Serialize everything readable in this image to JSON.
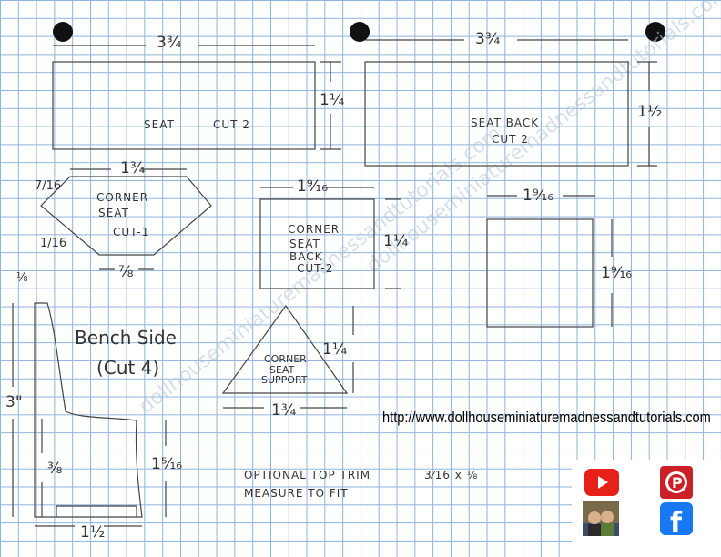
{
  "colors": {
    "grid": "#8fb3d9",
    "pencil": "#444444",
    "punch_hole": "#111111",
    "youtube": "#e62117",
    "pinterest": "#cb2027",
    "facebook": "#1877f2"
  },
  "parts": {
    "seat": {
      "name": "SEAT",
      "cut": "CUT 2",
      "width": "3¾",
      "height": "1¼"
    },
    "seat_back": {
      "name": "SEAT BACK",
      "cut": "CUT 2",
      "width": "3¾",
      "height": "1½"
    },
    "corner_seat": {
      "line1": "CORNER",
      "line2": "SEAT",
      "cut": "CUT-1",
      "top": "1¾",
      "bottom": "⅞",
      "slant": "7/16",
      "height": "1/16"
    },
    "corner_seat_back": {
      "line1": "CORNER",
      "line2": "SEAT",
      "line3": "BACK",
      "cut": "CUT-2",
      "width": "1⁹⁄₁₆",
      "height": "1¼"
    },
    "square": {
      "width": "1⁹⁄₁₆",
      "height": "1⁹⁄₁₆"
    },
    "bench_side": {
      "name": "Bench Side",
      "cut": "(Cut 4)",
      "top": "⅛",
      "height": "3\"",
      "inner": "⅜",
      "right": "1⁵⁄₁₆",
      "bottom": "1½"
    },
    "corner_seat_support": {
      "line1": "CORNER",
      "line2": "SEAT",
      "line3": "SUPPORT",
      "width": "1¾",
      "height": "1¼"
    }
  },
  "notes": {
    "optional_line1": "OPTIONAL TOP TRIM",
    "trim_size": "3⁄16 x ⅛",
    "optional_line2": "MEASURE TO FIT"
  },
  "website_url": "http://www.dollhouseminiaturemadnessandtutorials.com",
  "watermark": "dollhouseminiaturemadnessandtutorials.com",
  "social": [
    "youtube-icon",
    "pinterest-icon",
    "facebook-icon",
    "author-photo"
  ]
}
